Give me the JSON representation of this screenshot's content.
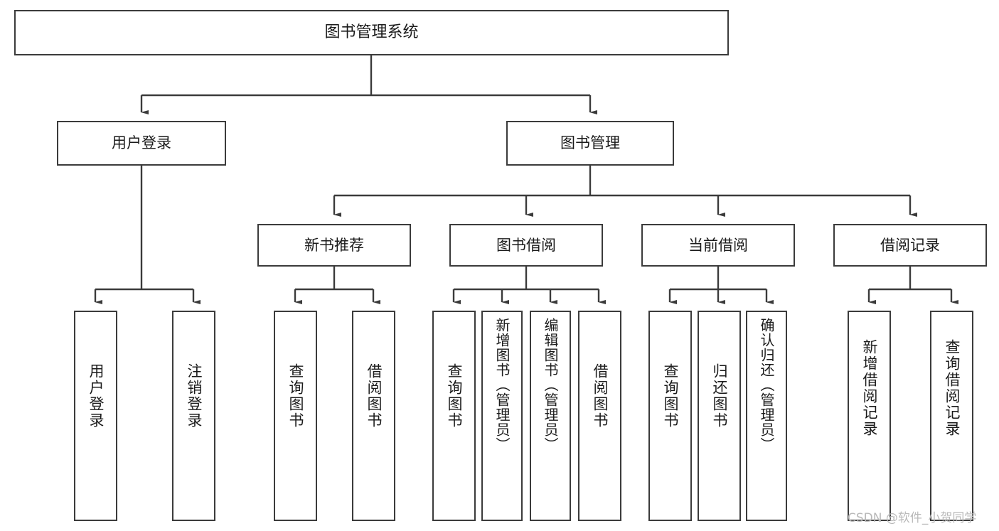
{
  "diagram": {
    "title": "图书管理系统",
    "type": "hierarchy-tree",
    "line_color": "#3b3b3b",
    "box_fill": "#ffffff",
    "text_color": "#1b1b1b"
  },
  "nodes": {
    "root": {
      "label": "图书管理系统"
    },
    "level2": [
      {
        "label": "用户登录"
      },
      {
        "label": "图书管理"
      }
    ],
    "level3": [
      {
        "label": "新书推荐"
      },
      {
        "label": "图书借阅"
      },
      {
        "label": "当前借阅"
      },
      {
        "label": "借阅记录"
      }
    ],
    "leaves": {
      "user_login": [
        {
          "label": "用户登录"
        },
        {
          "label": "注销登录"
        }
      ],
      "new_book_recommend": [
        {
          "label": "查询图书"
        },
        {
          "label": "借阅图书"
        }
      ],
      "book_borrow": [
        {
          "label": "查询图书"
        },
        {
          "label": "新增图书（管理员）"
        },
        {
          "label": "编辑图书（管理员）"
        },
        {
          "label": "借阅图书"
        }
      ],
      "current_borrow": [
        {
          "label": "查询图书"
        },
        {
          "label": "归还图书"
        },
        {
          "label": "确认归还（管理员）"
        }
      ],
      "borrow_record": [
        {
          "label": "新增借阅记录"
        },
        {
          "label": "查询借阅记录"
        }
      ]
    }
  },
  "watermark": {
    "text": "CSDN @软件_小贺同学"
  }
}
